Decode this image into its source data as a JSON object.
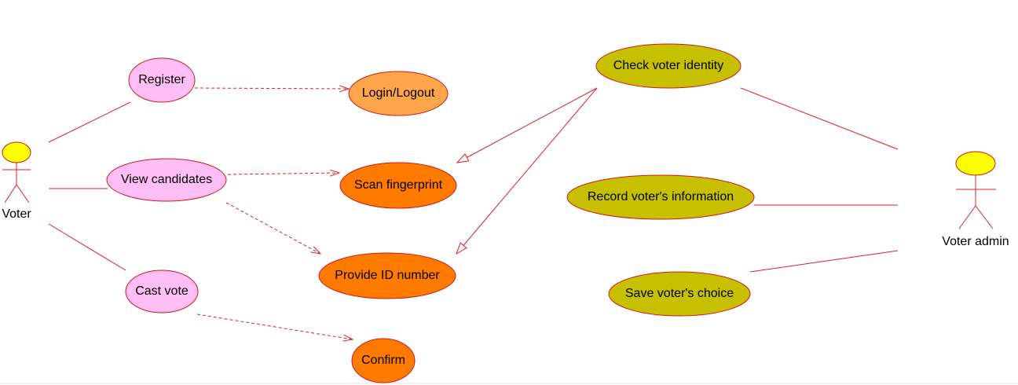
{
  "colors": {
    "line": "#e0202a",
    "pink": "#ffbef6",
    "light_orange": "#ffa64d",
    "orange": "#ff7b00",
    "olive": "#c6c000",
    "actor_head": "#ffff00"
  },
  "actors": {
    "voter": {
      "label": "Voter"
    },
    "admin": {
      "label": "Voter admin"
    }
  },
  "use_cases": {
    "register": "Register",
    "view_candidates": "View candidates",
    "cast_vote": "Cast vote",
    "login_logout": "Login/Logout",
    "scan_fingerprint": "Scan fingerprint",
    "provide_id": "Provide ID number",
    "confirm": "Confirm",
    "check_identity": "Check voter identity",
    "record_info": "Record voter's information",
    "save_choice": "Save voter's choice"
  }
}
